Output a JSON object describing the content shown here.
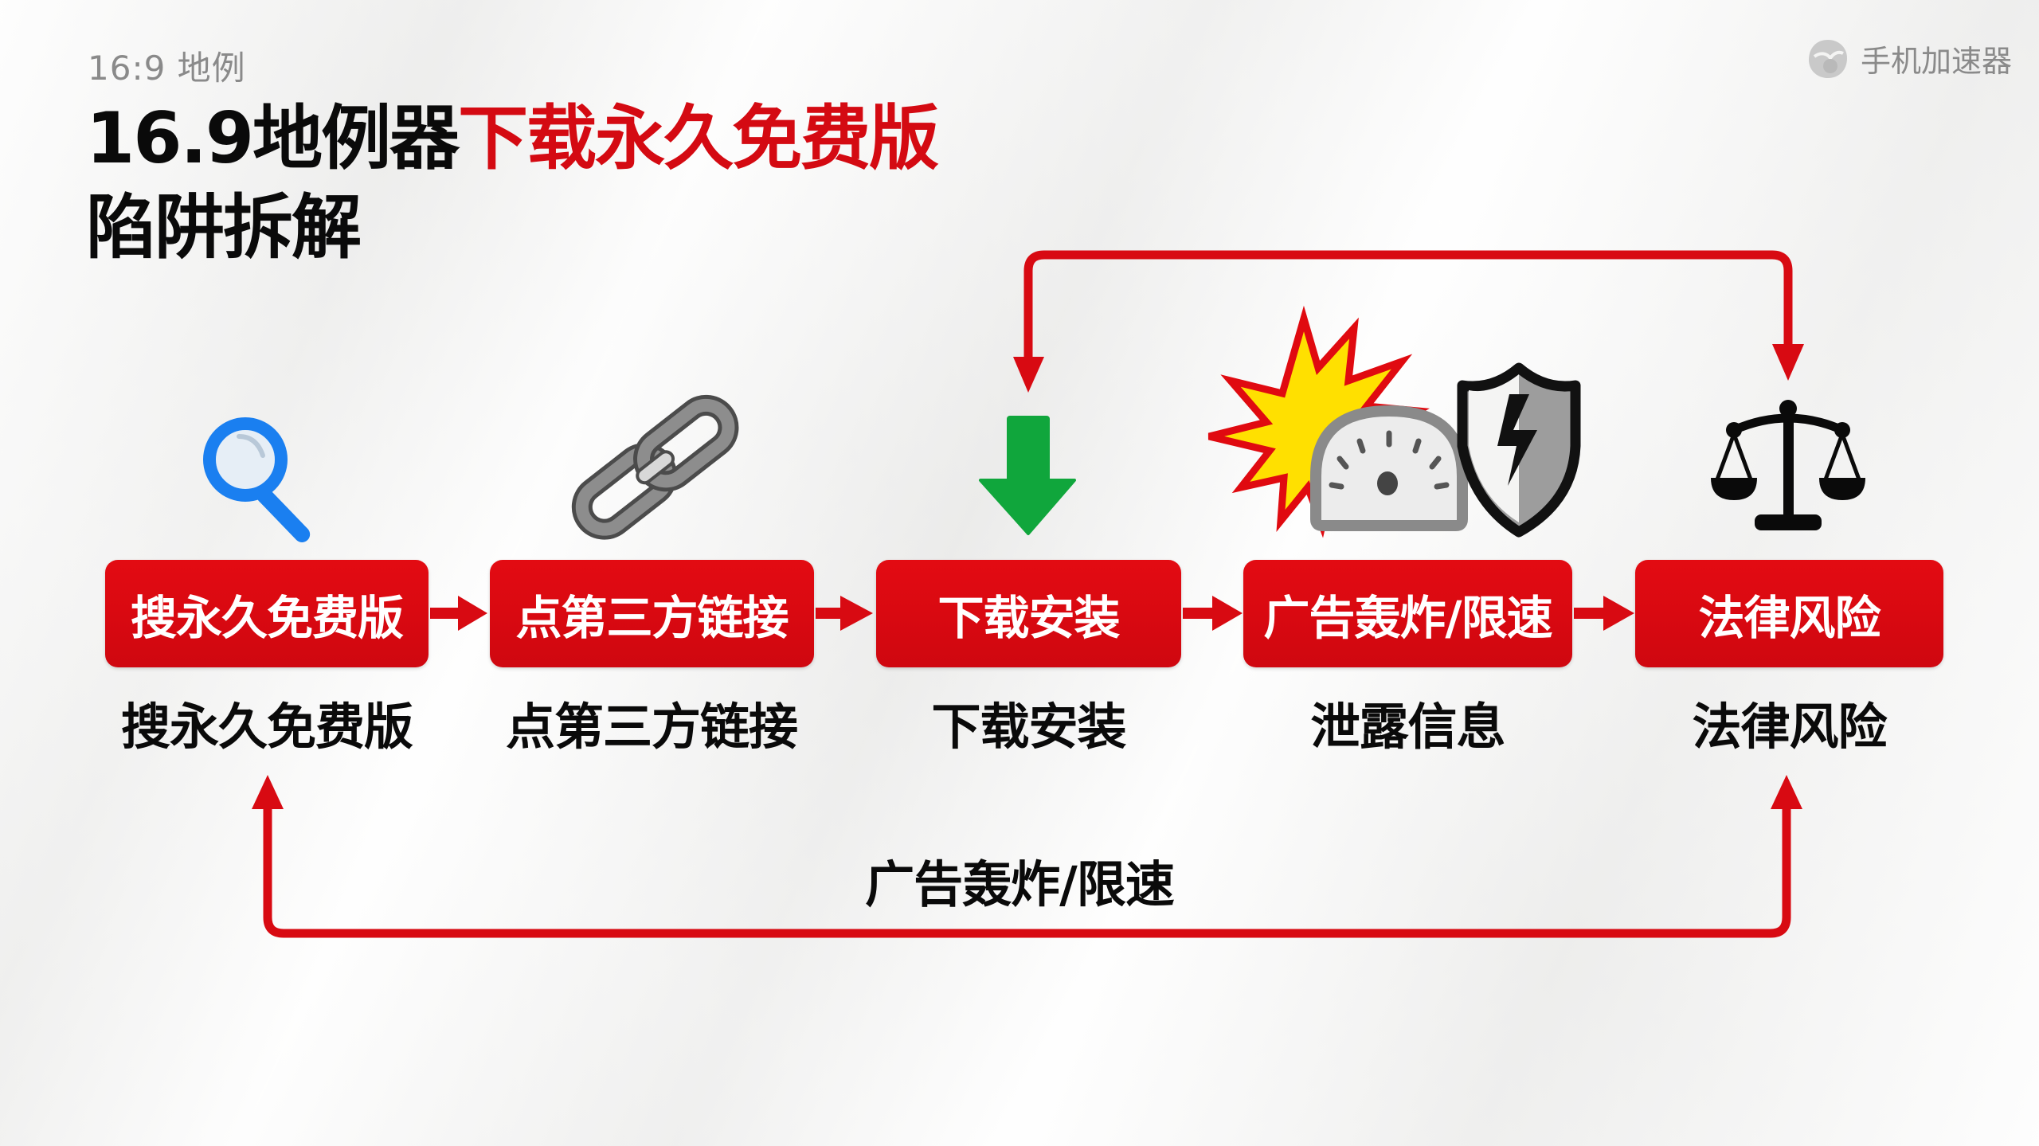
{
  "header": {
    "small_label": "16:9 地例",
    "title_black": "16.9地例器",
    "title_red": "下载永久免费版",
    "title_line2": "陷阱拆解"
  },
  "watermark": {
    "icon": "logo-mark-icon",
    "text": "手机加速器"
  },
  "colors": {
    "accent_red": "#d40a12",
    "box_red": "#e30b12",
    "search_blue": "#1a7ff0",
    "download_green": "#10a63c",
    "text_black": "#0a0a0a",
    "muted_gray": "#8a8a8a"
  },
  "flow": {
    "steps": [
      {
        "box_label": "搜永久免费版",
        "caption": "搜永久免费版",
        "icon": "magnifier-icon"
      },
      {
        "box_label": "点第三方链接",
        "caption": "点第三方链接",
        "icon": "chain-link-icon"
      },
      {
        "box_label": "下载安装",
        "caption": "下载安装",
        "icon": "download-arrow-icon"
      },
      {
        "box_label": "广告轰炸/限速",
        "caption": "泄露信息",
        "icon": "explosion-speedometer-shield-icon"
      },
      {
        "box_label": "法律风险",
        "caption": "法律风险",
        "icon": "scales-of-justice-icon"
      }
    ],
    "top_loop": {
      "from": "法律风险",
      "to": "下载安装"
    },
    "bottom_loop": {
      "from": "搜永久免费版",
      "to": "法律风险",
      "label": "广告轰炸/限速"
    }
  }
}
